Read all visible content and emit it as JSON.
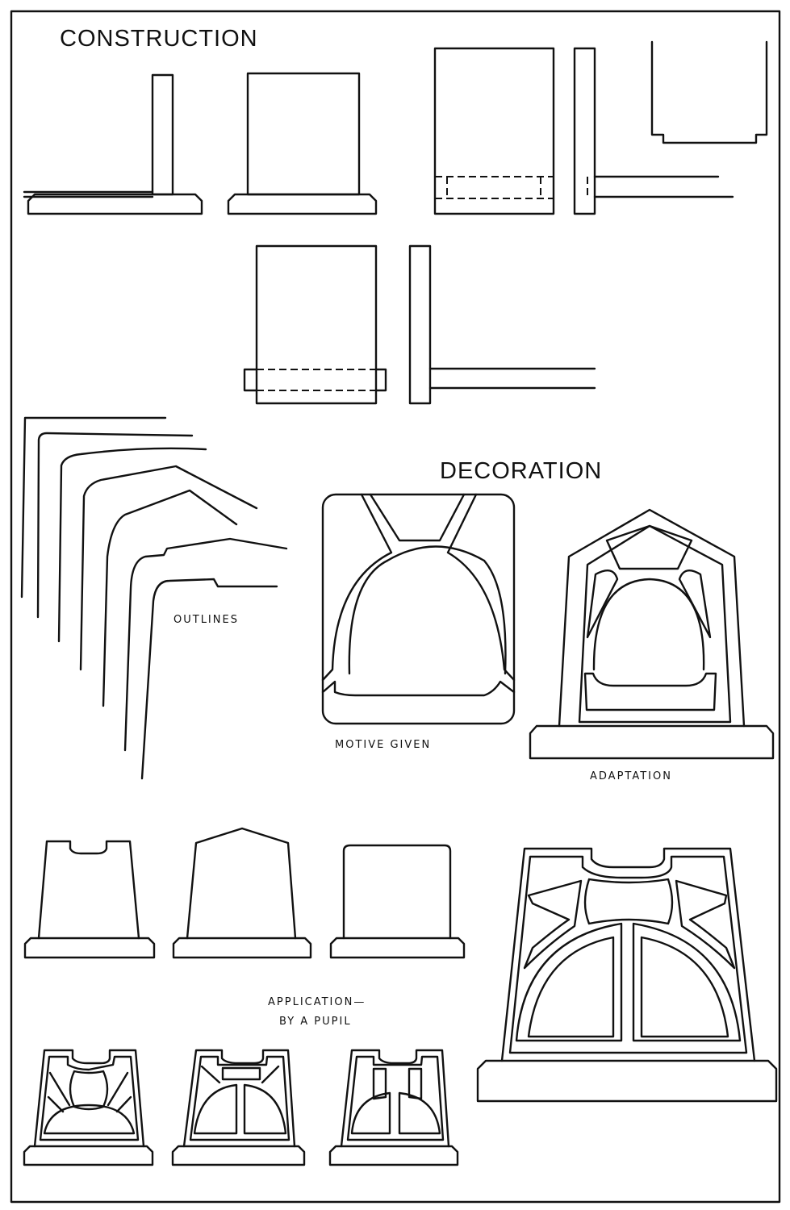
{
  "headings": {
    "construction": "CONSTRUCTION",
    "decoration": "DECORATION"
  },
  "labels": {
    "outlines": "OUTLINES",
    "motive_given": "MOTIVE GIVEN",
    "adaptation": "ADAPTATION",
    "application_line1": "APPLICATION—",
    "application_line2": "BY A PUPIL"
  },
  "colors": {
    "ink": "#111111",
    "paper": "#ffffff"
  }
}
